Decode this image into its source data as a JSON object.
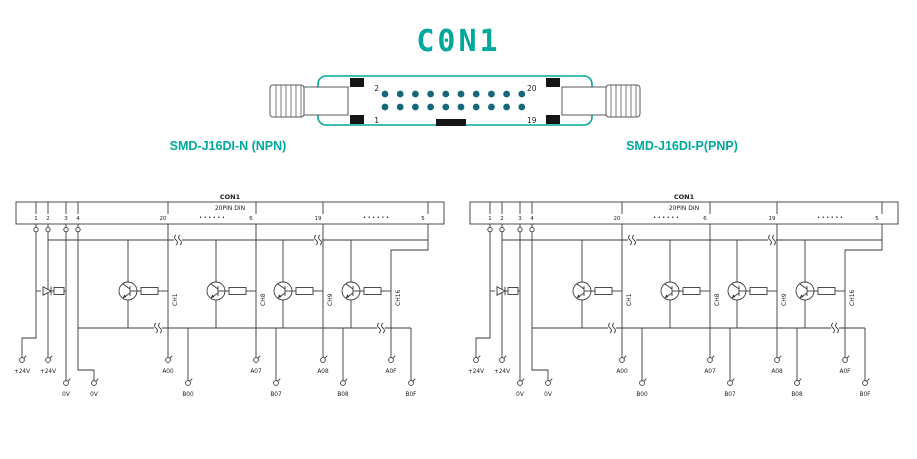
{
  "page": {
    "title": "C0N1",
    "accent": "#00A79B",
    "background": "#ffffff"
  },
  "connector": {
    "outline_color": "#00A79B",
    "pin_color": "#16677A",
    "rows": 2,
    "cols": 10,
    "pin_labels": {
      "top_left": "2",
      "top_right": "20",
      "bottom_left": "1",
      "bottom_right": "19"
    }
  },
  "variant_labels": {
    "left": "SMD-J16DI-N (NPN)",
    "right": "SMD-J16DI-P(PNP)"
  },
  "diagrams": [
    {
      "id": "npn",
      "transistor_type": "NPN",
      "title": "CON1",
      "subtitle": "20PIN DIN",
      "power_pins": [
        "1",
        "2",
        "3",
        "4"
      ],
      "channel_pins": [
        "20",
        "6",
        "19",
        "5"
      ],
      "ellipsis": "• • • • • •",
      "channels": [
        "CH1",
        "CH8",
        "CH9",
        "CH16"
      ],
      "power_terminals_top": [
        "+24V",
        "+24V"
      ],
      "power_terminals_bottom": [
        "0V",
        "0V"
      ],
      "channel_terminals_top": [
        "A00",
        "A07",
        "A08",
        "A0F"
      ],
      "channel_terminals_bottom": [
        "B00",
        "B07",
        "B08",
        "B0F"
      ]
    },
    {
      "id": "pnp",
      "transistor_type": "PNP",
      "title": "CON1",
      "subtitle": "20PIN DIN",
      "power_pins": [
        "1",
        "2",
        "3",
        "4"
      ],
      "channel_pins": [
        "20",
        "6",
        "19",
        "5"
      ],
      "ellipsis": "• • • • • •",
      "channels": [
        "CH1",
        "CH8",
        "CH9",
        "CH16"
      ],
      "power_terminals_top": [
        "+24V",
        "+24V"
      ],
      "power_terminals_bottom": [
        "0V",
        "0V"
      ],
      "channel_terminals_top": [
        "A00",
        "A07",
        "A08",
        "A0F"
      ],
      "channel_terminals_bottom": [
        "B00",
        "B07",
        "B08",
        "B0F"
      ]
    }
  ]
}
